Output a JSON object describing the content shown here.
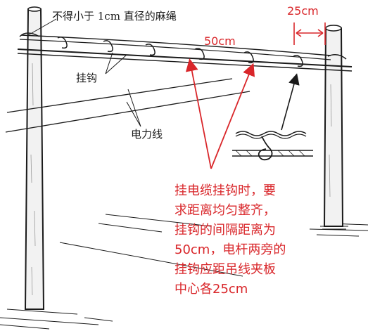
{
  "labels": {
    "rope": "不得小于 1cm 直径的麻绳",
    "hook": "挂钩",
    "power_line": "电力线",
    "spacing": "50cm",
    "edge_distance": "25cm"
  },
  "note_lines": [
    "挂电缆挂钩时，要",
    "求距离均匀整齐，",
    "挂钩的间隔距离为",
    "50cm，电杆两旁的",
    "挂钩应距吊线夹板",
    "中心各25cm"
  ],
  "colors": {
    "ink": "#1a1a1a",
    "annotation": "#d9262a",
    "pole": "#f2f2f2"
  },
  "icons": {
    "hook": "s-hook-glyph",
    "arrow": "arrow-head"
  }
}
